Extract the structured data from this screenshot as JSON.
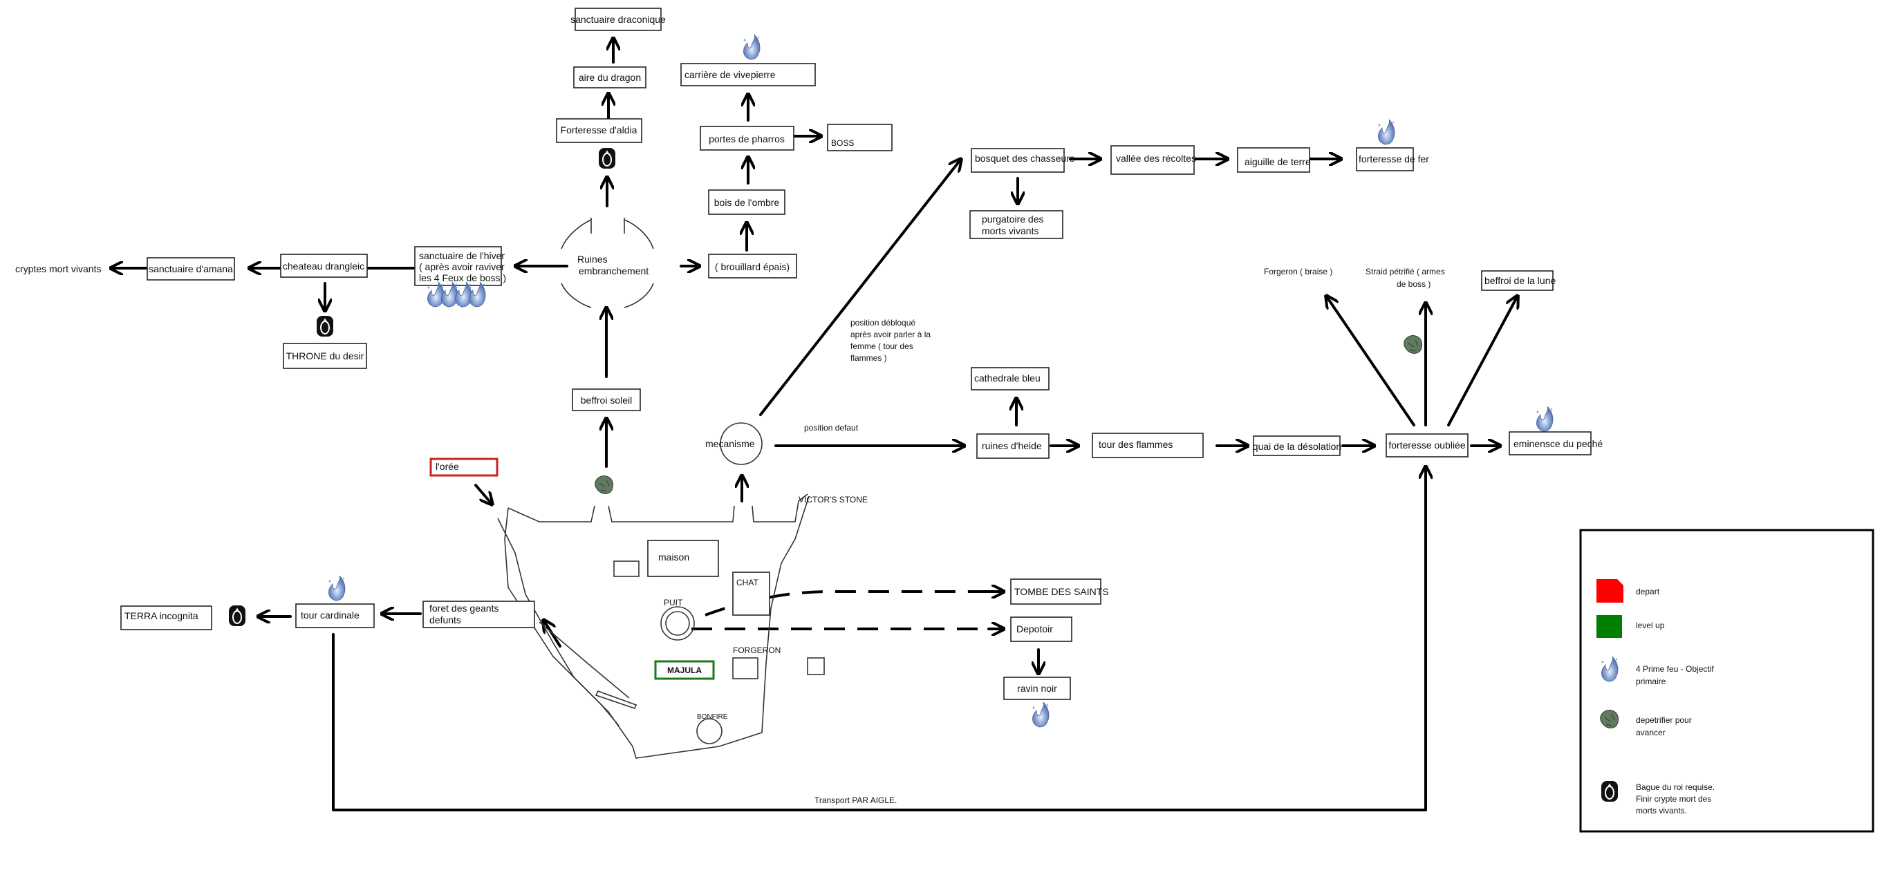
{
  "nodes": {
    "sanctuaire_draconique": "sanctuaire draconique",
    "aire_du_dragon": "aire du dragon",
    "forteresse_aldia": "Forteresse d'aldia",
    "carriere_vivepierre": "carrière de vivepierre",
    "portes_pharros": "portes de pharros",
    "boss": "BOSS",
    "bois_ombre": "bois de l'ombre",
    "brouillard": "( brouillard épais)",
    "ruines_line1": "Ruines",
    "ruines_line2": "embranchement",
    "sanctuaire_hiver_l1": "sanctuaire de l'hiver",
    "sanctuaire_hiver_l2": "( après avoir raviver",
    "sanctuaire_hiver_l3": "les 4 Feux de boss )",
    "chateau_drangleic": "cheateau drangleic",
    "sanctuaire_amana": "sanctuaire d'amana",
    "cryptes": "cryptes mort vivants",
    "throne": "THRONE du desir",
    "beffroi_soleil": "beffroi soleil",
    "mecanisme": "mecanisme",
    "oree": "l'orée",
    "victors_stone": "VICTOR'S STONE",
    "maison": "maison",
    "chat": "CHAT",
    "puit": "PUIT",
    "forgeron": "FORGERON",
    "majula": "MAJULA",
    "bonfire": "BONFIRE",
    "tombe_saints": "TOMBE DES SAINTS",
    "depotoir": "Depotoir",
    "ravin_noir": "ravin noir",
    "foret_geants_l1": "foret des geants",
    "foret_geants_l2": "defunts",
    "tour_cardinale": "tour cardinale",
    "terra_incognita": "TERRA incognita",
    "bosquet": "bosquet des chasseurs",
    "purgatoire_l1": "purgatoire des",
    "purgatoire_l2": "morts vivants",
    "vallee": "vallée des récoltes",
    "aiguille": "aiguille de terre",
    "forteresse_fer": "forteresse de fer",
    "position_debloque_l1": "position débloqué",
    "position_debloque_l2": "après avoir parler à la",
    "position_debloque_l3": "femme ( tour des",
    "position_debloque_l4": "flammes )",
    "position_defaut": "position defaut",
    "cathedrale": "cathedrale bleu",
    "ruines_heide": "ruines d'heide",
    "tour_flammes": "tour des flammes",
    "quai": "quai de la désolation",
    "forteresse_oubliee": "forteresse oubliée",
    "eminence": "eminensce du peché",
    "forgeron_braise": "Forgeron ( braise )",
    "straid_l1": "Straid pétrifié ( armes",
    "straid_l2": "de boss )",
    "beffroi_lune": "beffroi de la lune",
    "transport": "Transport PAR AIGLE."
  },
  "legend": {
    "depart": "depart",
    "level_up": "level up",
    "prime_feu_l1": "4 Prime feu - Objectif",
    "prime_feu_l2": "primaire",
    "depetrifier_l1": "depetrifier pour",
    "depetrifier_l2": "avancer",
    "bague_l1": "Bague du roi requise.",
    "bague_l2": "Finir crypte mort des",
    "bague_l3": "morts vivants."
  },
  "colors": {
    "depart": "#ff0000",
    "level_up": "#008000",
    "oree_border": "#cc2222",
    "majula_border": "#1a7a1a",
    "flame": "#8aa6d6",
    "stone": "#5f7a5f"
  }
}
